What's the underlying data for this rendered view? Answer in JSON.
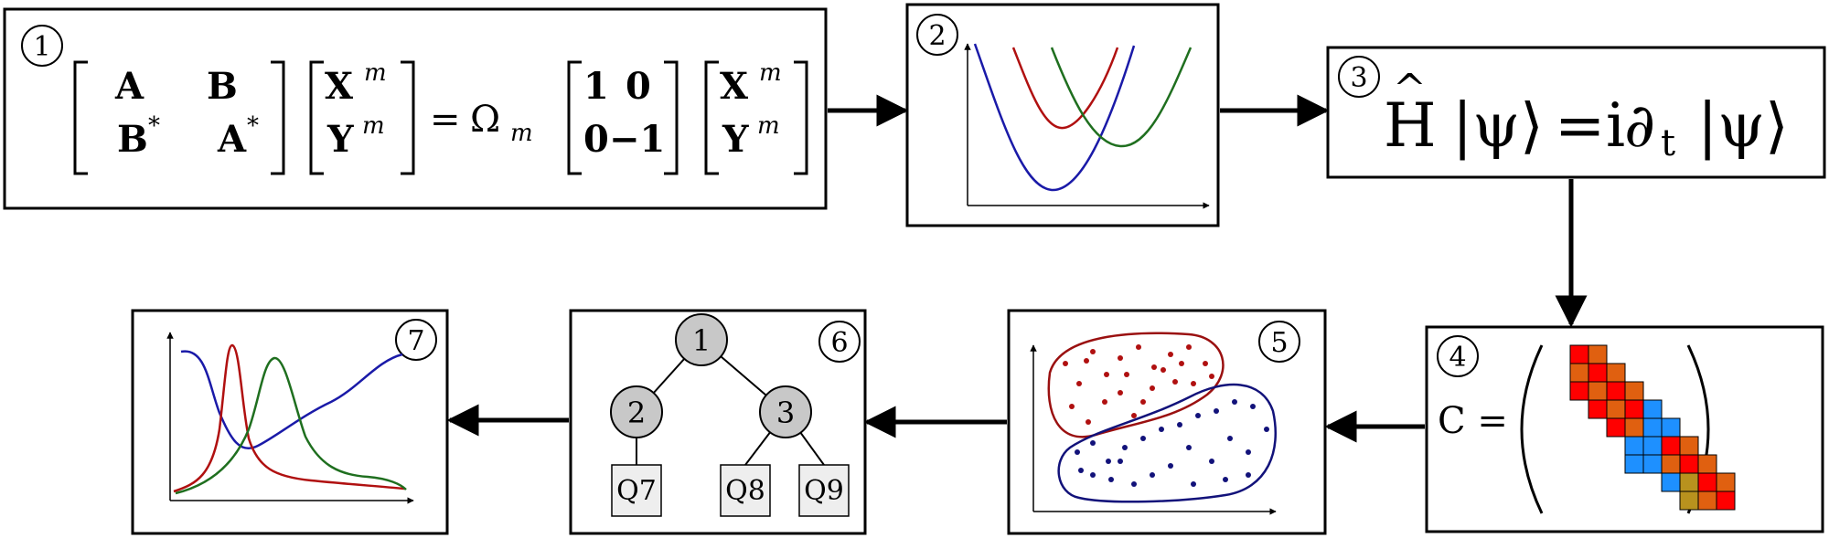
{
  "steps": [
    {
      "id": "1",
      "name": "eigenvalue-equation"
    },
    {
      "id": "2",
      "name": "potential-curves"
    },
    {
      "id": "3",
      "name": "schrodinger-equation"
    },
    {
      "id": "4",
      "name": "correlation-matrix"
    },
    {
      "id": "5",
      "name": "clustering"
    },
    {
      "id": "6",
      "name": "binary-tree"
    },
    {
      "id": "7",
      "name": "spectra"
    }
  ],
  "eq1": {
    "A": "A",
    "B": "B",
    "Bstar": "B",
    "Astar": "A",
    "star": "*",
    "X": "X",
    "Y": "Y",
    "m": "m",
    "equals": "=",
    "omega": "Ω",
    "one": "1",
    "zero": "0",
    "neg_one": "−1"
  },
  "eq3": {
    "H": "H",
    "hat": "^",
    "ket_left": "|ψ⟩",
    "equals": "=",
    "i": "i",
    "partial": "∂",
    "t": "t",
    "ket_right": "|ψ⟩"
  },
  "matrix_label": "C =",
  "tree": {
    "nodes": [
      "1",
      "2",
      "3"
    ],
    "leaves": [
      "Q7",
      "Q8",
      "Q9"
    ]
  },
  "matrix_grid": [
    [
      0,
      1,
      2,
      0,
      0,
      0,
      0,
      0,
      0,
      0,
      0
    ],
    [
      0,
      2,
      1,
      2,
      0,
      0,
      0,
      0,
      0,
      0,
      0
    ],
    [
      0,
      1,
      2,
      1,
      2,
      0,
      0,
      0,
      0,
      0,
      0
    ],
    [
      0,
      0,
      1,
      2,
      1,
      3,
      0,
      0,
      0,
      0,
      0
    ],
    [
      0,
      0,
      0,
      1,
      2,
      3,
      3,
      0,
      0,
      0,
      0
    ],
    [
      0,
      0,
      0,
      0,
      3,
      3,
      1,
      2,
      0,
      0,
      0
    ],
    [
      0,
      0,
      0,
      0,
      3,
      3,
      2,
      1,
      2,
      0,
      0
    ],
    [
      0,
      0,
      0,
      0,
      0,
      0,
      3,
      4,
      1,
      2,
      0
    ],
    [
      0,
      0,
      0,
      0,
      0,
      0,
      0,
      4,
      2,
      1,
      0
    ],
    [
      0,
      0,
      0,
      0,
      0,
      0,
      0,
      0,
      0,
      0,
      0
    ]
  ],
  "colors": {
    "red": "#b01010",
    "green": "#1f6f1f",
    "blue": "#1a1aa8",
    "cell_red": "#ff0000",
    "cell_orange": "#e06010",
    "cell_blue": "#1e90ff",
    "cell_olive": "#b8921e",
    "cell_tan": "#c08a30",
    "node_fill": "#c8c8c8",
    "leaf_fill": "#eeeeee",
    "dot_red": "#b01010",
    "dot_blue": "#12127a"
  }
}
